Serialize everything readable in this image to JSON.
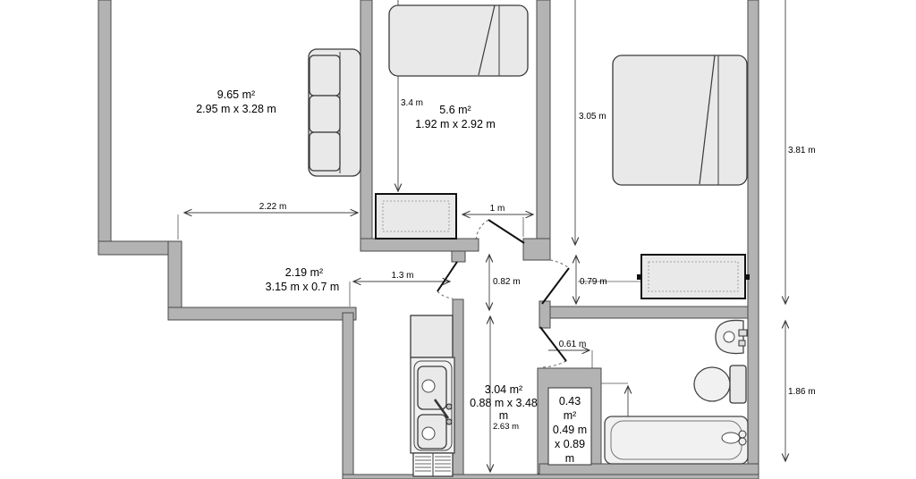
{
  "title": "Apartment floor plan",
  "colors": {
    "wall": "#b3b3b3",
    "wall_edge": "#4a4a4a",
    "furniture": "#e9e9e9",
    "fixture": "#f1f1f1",
    "dimension_line": "#444444",
    "door": "#111111",
    "text": "#000000",
    "background": "#ffffff"
  },
  "rooms": {
    "living": {
      "area": "9.65 m²",
      "size": "2.95 m x 3.28 m"
    },
    "bedroom": {
      "area": "5.6 m²",
      "size": "1.92 m x 2.92 m"
    },
    "hallway": {
      "area": "2.19 m²",
      "size": "3.15 m x 0.7 m"
    },
    "kitchen": {
      "area": "3.04 m²",
      "size_line1": "0.88 m x 3.48",
      "size_line2": "m"
    },
    "closet": {
      "line1": "0.43",
      "line2": "m²",
      "line3": "0.49 m",
      "line4": "x 0.89",
      "line5": "m"
    }
  },
  "dimensions": {
    "d222": "2.22 m",
    "d1": "1 m",
    "d34": "3.4 m",
    "d305": "3.05 m",
    "d381": "3.81 m",
    "d079": "0.79 m",
    "d186": "1.86 m",
    "d13": "1.3 m",
    "d082": "0.82 m",
    "d263": "2.63 m",
    "d061": "0.61 m"
  }
}
